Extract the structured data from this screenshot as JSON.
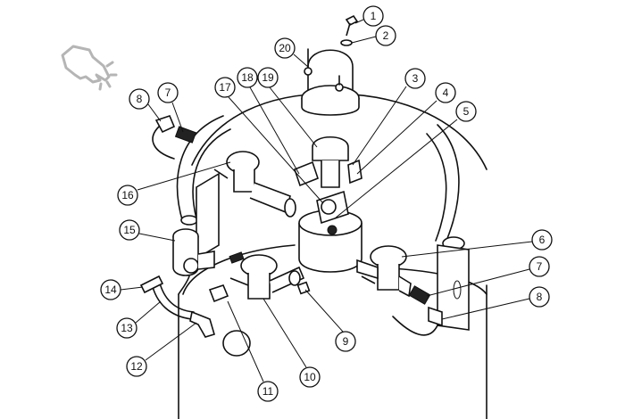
{
  "diagram": {
    "type": "exploded parts view",
    "pointer_icon": "pointing-hand-icon",
    "callouts": {
      "c1": "1",
      "c2": "2",
      "c3": "3",
      "c4": "4",
      "c5": "5",
      "c6": "6",
      "c7a": "7",
      "c7b": "7",
      "c8a": "8",
      "c8b": "8",
      "c9": "9",
      "c10": "10",
      "c11": "11",
      "c12": "12",
      "c13": "13",
      "c14": "14",
      "c15": "15",
      "c16": "16",
      "c17": "17",
      "c18": "18",
      "c19": "19",
      "c20": "20"
    },
    "colors": {
      "line": "#111111",
      "icon": "#b5b5b5",
      "background": "#ffffff"
    }
  }
}
